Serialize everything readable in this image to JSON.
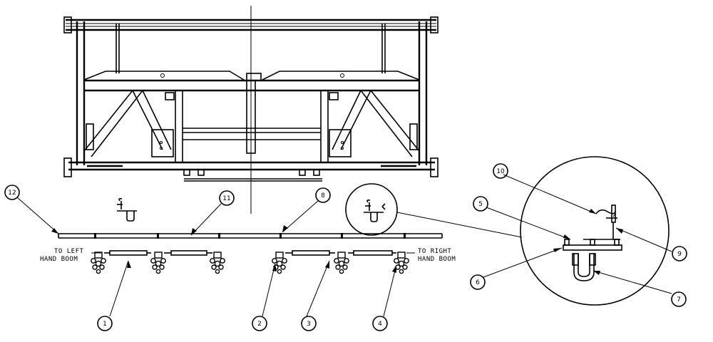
{
  "callouts": [
    "1",
    "2",
    "3",
    "4",
    "5",
    "6",
    "7",
    "8",
    "9",
    "10",
    "11",
    "12"
  ],
  "notes": {
    "left_line1": "TO LEFT",
    "left_line2": "HAND BOOM",
    "right_line1": "TO RIGHT",
    "right_line2": "HAND BOOM"
  }
}
